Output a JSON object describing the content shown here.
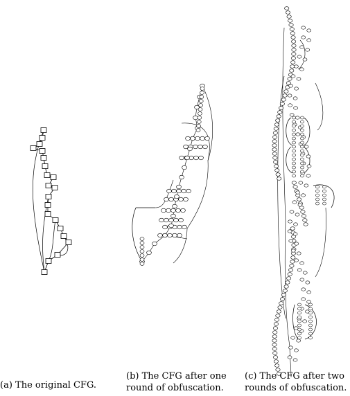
{
  "figure": {
    "panels": [
      {
        "id": "a",
        "caption_lines": [
          "(a) The original CFG."
        ]
      },
      {
        "id": "b",
        "caption_lines": [
          "(b) The CFG after one",
          "round of obfuscation."
        ]
      },
      {
        "id": "c",
        "caption_lines": [
          "(c) The CFG after two",
          "rounds of obfuscation."
        ]
      }
    ]
  }
}
